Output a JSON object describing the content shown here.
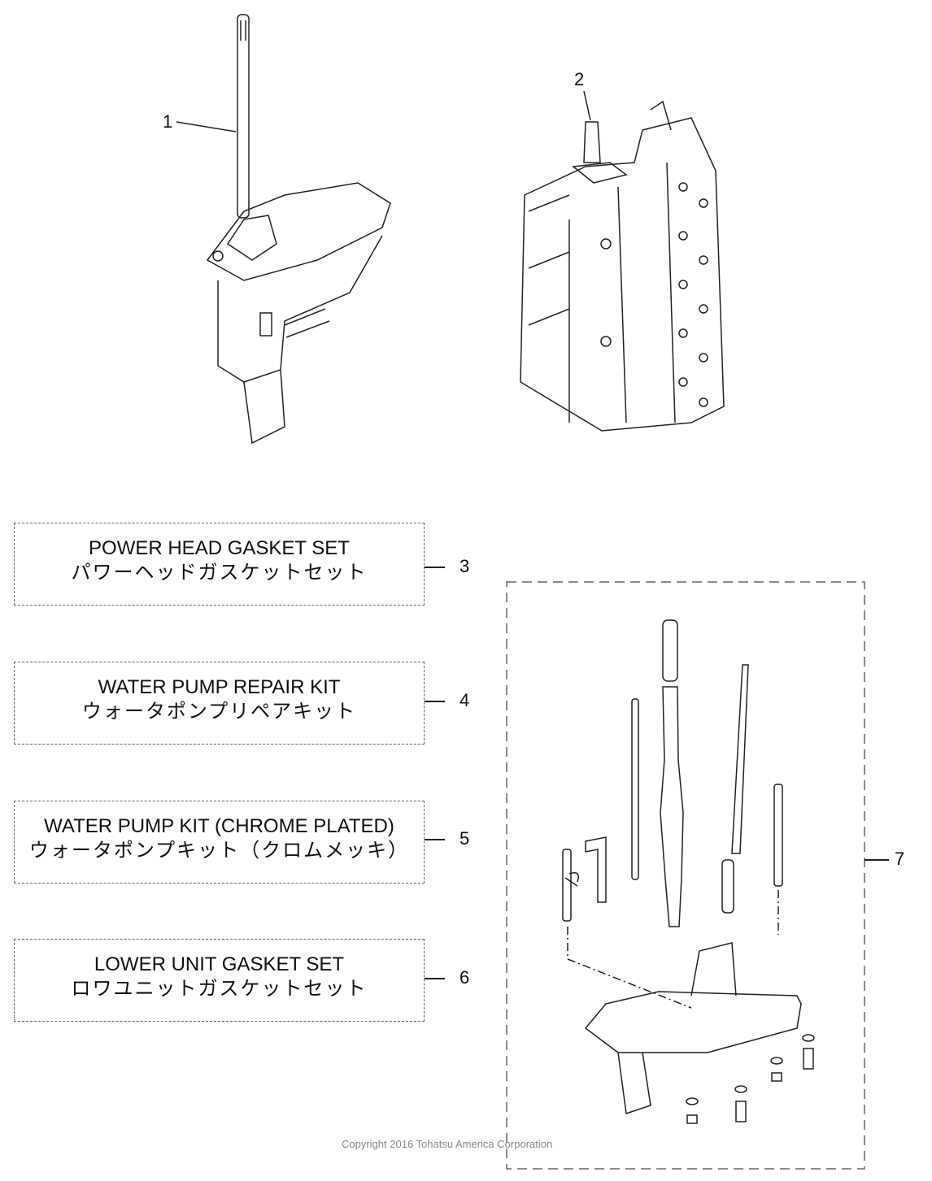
{
  "callouts": {
    "c1": "1",
    "c2": "2",
    "c3": "3",
    "c4": "4",
    "c5": "5",
    "c6": "6",
    "c7": "7"
  },
  "kits": [
    {
      "en": "POWER HEAD GASKET SET",
      "jp": "パワーヘッドガスケットセット",
      "ref": "3"
    },
    {
      "en": "WATER PUMP REPAIR KIT",
      "jp": "ウォータポンプリペアキット",
      "ref": "4"
    },
    {
      "en": "WATER PUMP KIT (CHROME PLATED)",
      "jp": "ウォータポンプキット（クロムメッキ）",
      "ref": "5"
    },
    {
      "en": "LOWER UNIT GASKET SET",
      "jp": "ロワユニットガスケットセット",
      "ref": "6"
    }
  ],
  "parts": {
    "p1": "lower-unit-assembly",
    "p2": "power-head-assembly",
    "p7": "drive-shaft-housing-kit"
  },
  "copyright": "Copyright 2016 Tohatsu America Corporation"
}
